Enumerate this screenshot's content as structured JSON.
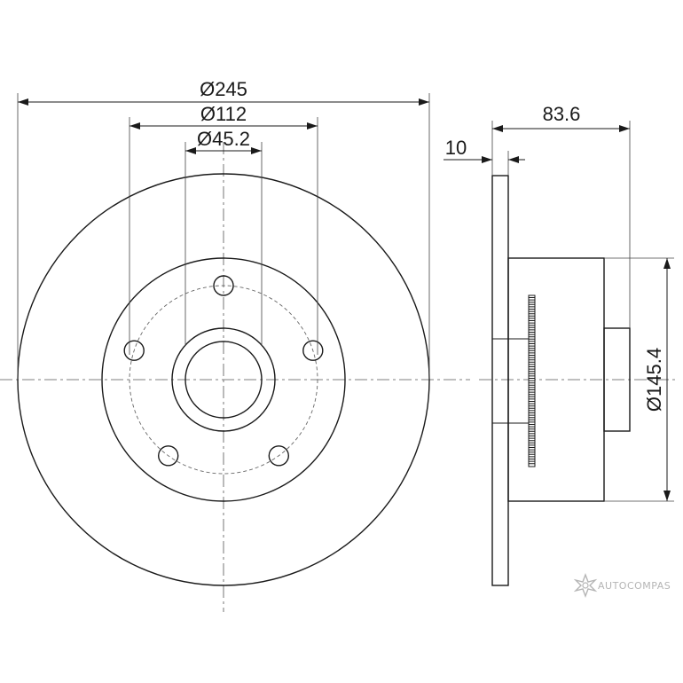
{
  "dimensions": {
    "outer_diameter": "Ø245",
    "bolt_circle": "Ø112",
    "center_bore": "Ø45.2",
    "disc_thickness": "10",
    "overall_height": "83.6",
    "hat_diameter": "Ø145.4"
  },
  "watermark": {
    "text": "AUTOCOMPAS",
    "logo": "autocompas-star-logo"
  },
  "colors": {
    "line": "#1a1a1a",
    "watermark": "#b5b5b5"
  }
}
